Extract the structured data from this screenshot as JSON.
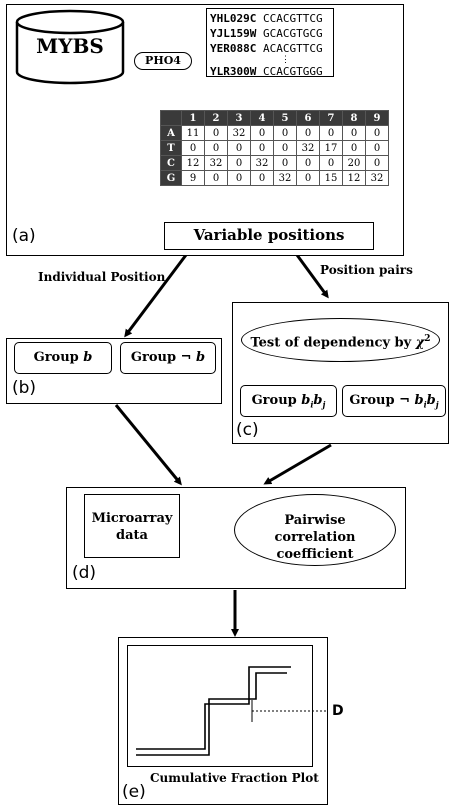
{
  "db": {
    "label": "MYBS"
  },
  "pho4": {
    "label": "PHO4"
  },
  "sequences": [
    {
      "id": "YHL029C",
      "seq": "CCACGTTCG"
    },
    {
      "id": "YJL159W",
      "seq": "GCACGTGCG"
    },
    {
      "id": "YER088C",
      "seq": "ACACGTTCG"
    },
    {
      "id": "YLR300W",
      "seq": "CCACGTGGG"
    }
  ],
  "seq_ellipsis": "⋮",
  "matrix": {
    "columns": [
      "1",
      "2",
      "3",
      "4",
      "5",
      "6",
      "7",
      "8",
      "9"
    ],
    "rows": [
      {
        "base": "A",
        "values": [
          "11",
          "0",
          "32",
          "0",
          "0",
          "0",
          "0",
          "0",
          "0"
        ]
      },
      {
        "base": "T",
        "values": [
          "0",
          "0",
          "0",
          "0",
          "0",
          "32",
          "17",
          "0",
          "0"
        ]
      },
      {
        "base": "C",
        "values": [
          "12",
          "32",
          "0",
          "32",
          "0",
          "0",
          "0",
          "20",
          "0"
        ]
      },
      {
        "base": "G",
        "values": [
          "9",
          "0",
          "0",
          "0",
          "32",
          "0",
          "15",
          "12",
          "32"
        ]
      }
    ]
  },
  "variable_positions": "Variable positions",
  "panel_a": "(a)",
  "individual_position": "Individual Position",
  "position_pairs": "Position pairs",
  "panel_b": {
    "label": "(b)",
    "group_b": "Group ",
    "group_b_var": "b",
    "group_not_b": "Group ¬ ",
    "group_not_b_var": "b"
  },
  "panel_c": {
    "label": "(c)",
    "test_prefix": "Test of dependency by ",
    "chi": "χ",
    "chi_sup": "2",
    "group_bibj_prefix": "Group ",
    "group_not_bibj_prefix": "Group ¬ "
  },
  "panel_d": {
    "label": "(d)",
    "microarray_line1": "Microarray",
    "microarray_line2": "data",
    "pairwise_line1": "Pairwise",
    "pairwise_line2": "correlation coefficient"
  },
  "panel_e": {
    "label": "(e)",
    "caption": "Cumulative Fraction Plot",
    "d_label": "D"
  }
}
